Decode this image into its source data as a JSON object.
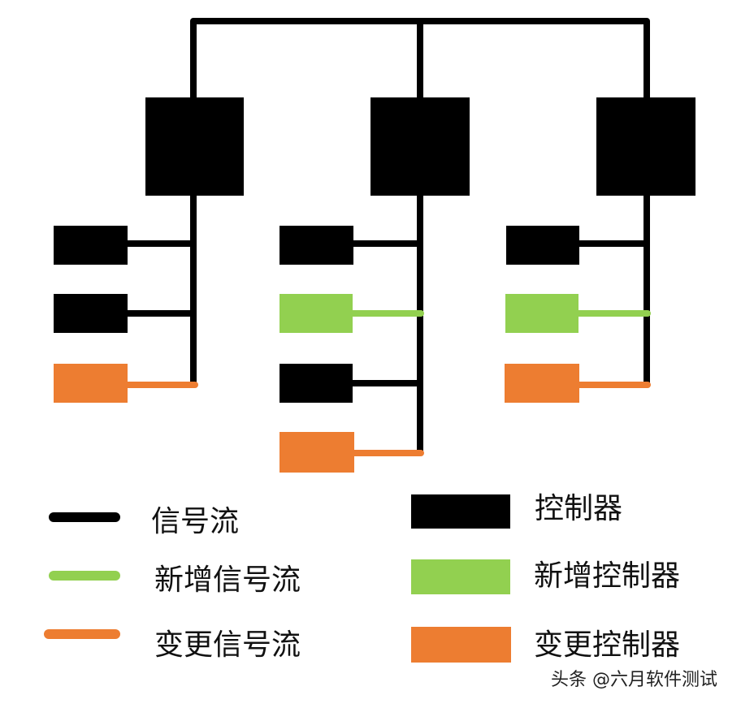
{
  "colors": {
    "signal": "#000000",
    "new": "#92d050",
    "changed": "#ed7d31"
  },
  "diagram": {
    "groups": [
      {
        "children": [
          "existing",
          "existing",
          "changed"
        ]
      },
      {
        "children": [
          "existing",
          "new",
          "existing",
          "changed"
        ]
      },
      {
        "children": [
          "existing",
          "new",
          "changed"
        ]
      }
    ]
  },
  "legend": {
    "signal_flow": "信号流",
    "new_signal_flow": "新增信号流",
    "changed_signal_flow": "变更信号流",
    "controller": "控制器",
    "new_controller": "新增控制器",
    "changed_controller": "变更控制器"
  },
  "watermark": "头条 @六月软件测试"
}
